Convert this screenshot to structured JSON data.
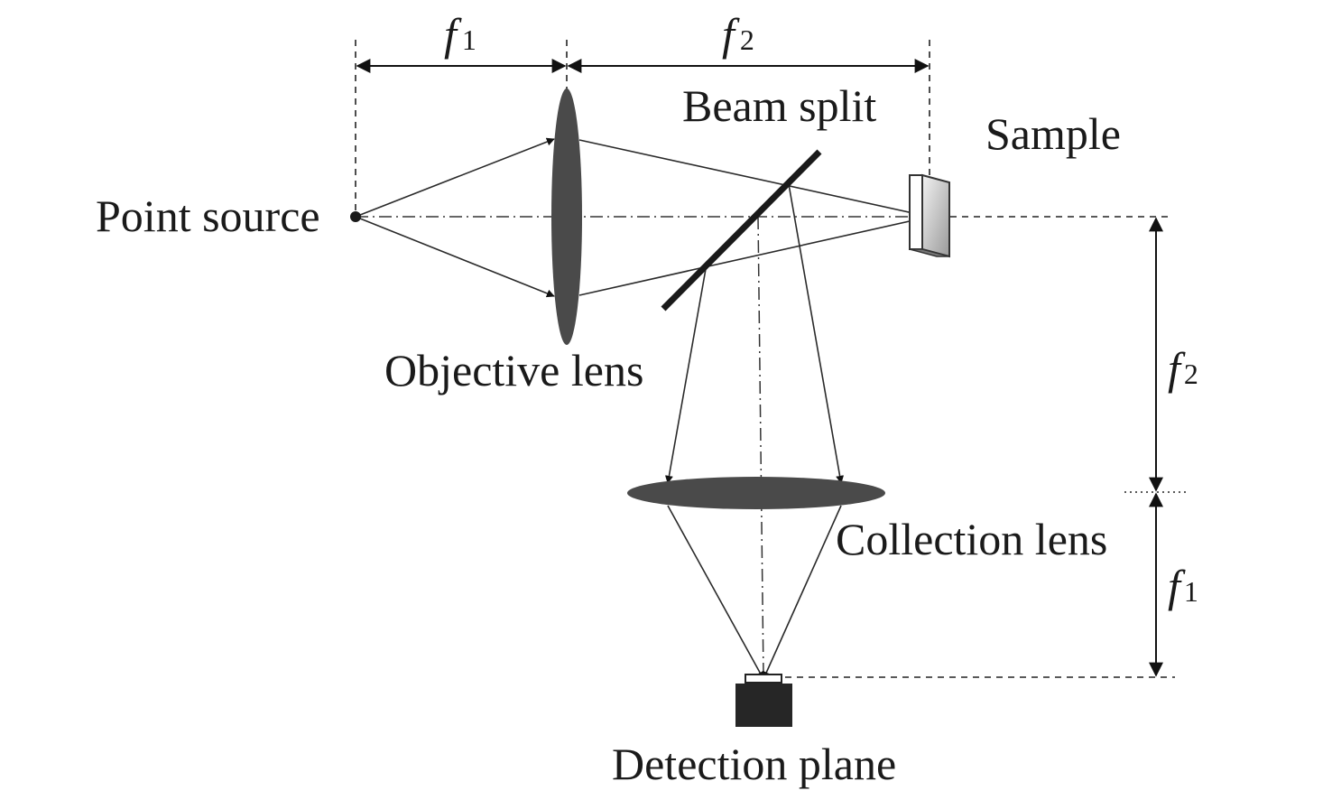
{
  "labels": {
    "point_source": "Point source",
    "objective_lens": "Objective lens",
    "beam_split": "Beam split",
    "sample": "Sample",
    "collection_lens": "Collection lens",
    "detection_plane": "Detection plane"
  },
  "dimensions": {
    "f1_top": {
      "symbol": "f",
      "sub": "1"
    },
    "f2_top": {
      "symbol": "f",
      "sub": "2"
    },
    "f2_right": {
      "symbol": "f",
      "sub": "2"
    },
    "f1_right": {
      "symbol": "f",
      "sub": "1"
    }
  },
  "colors": {
    "lens": "#4a4a4a",
    "line": "#222222",
    "detector": "#262626"
  }
}
